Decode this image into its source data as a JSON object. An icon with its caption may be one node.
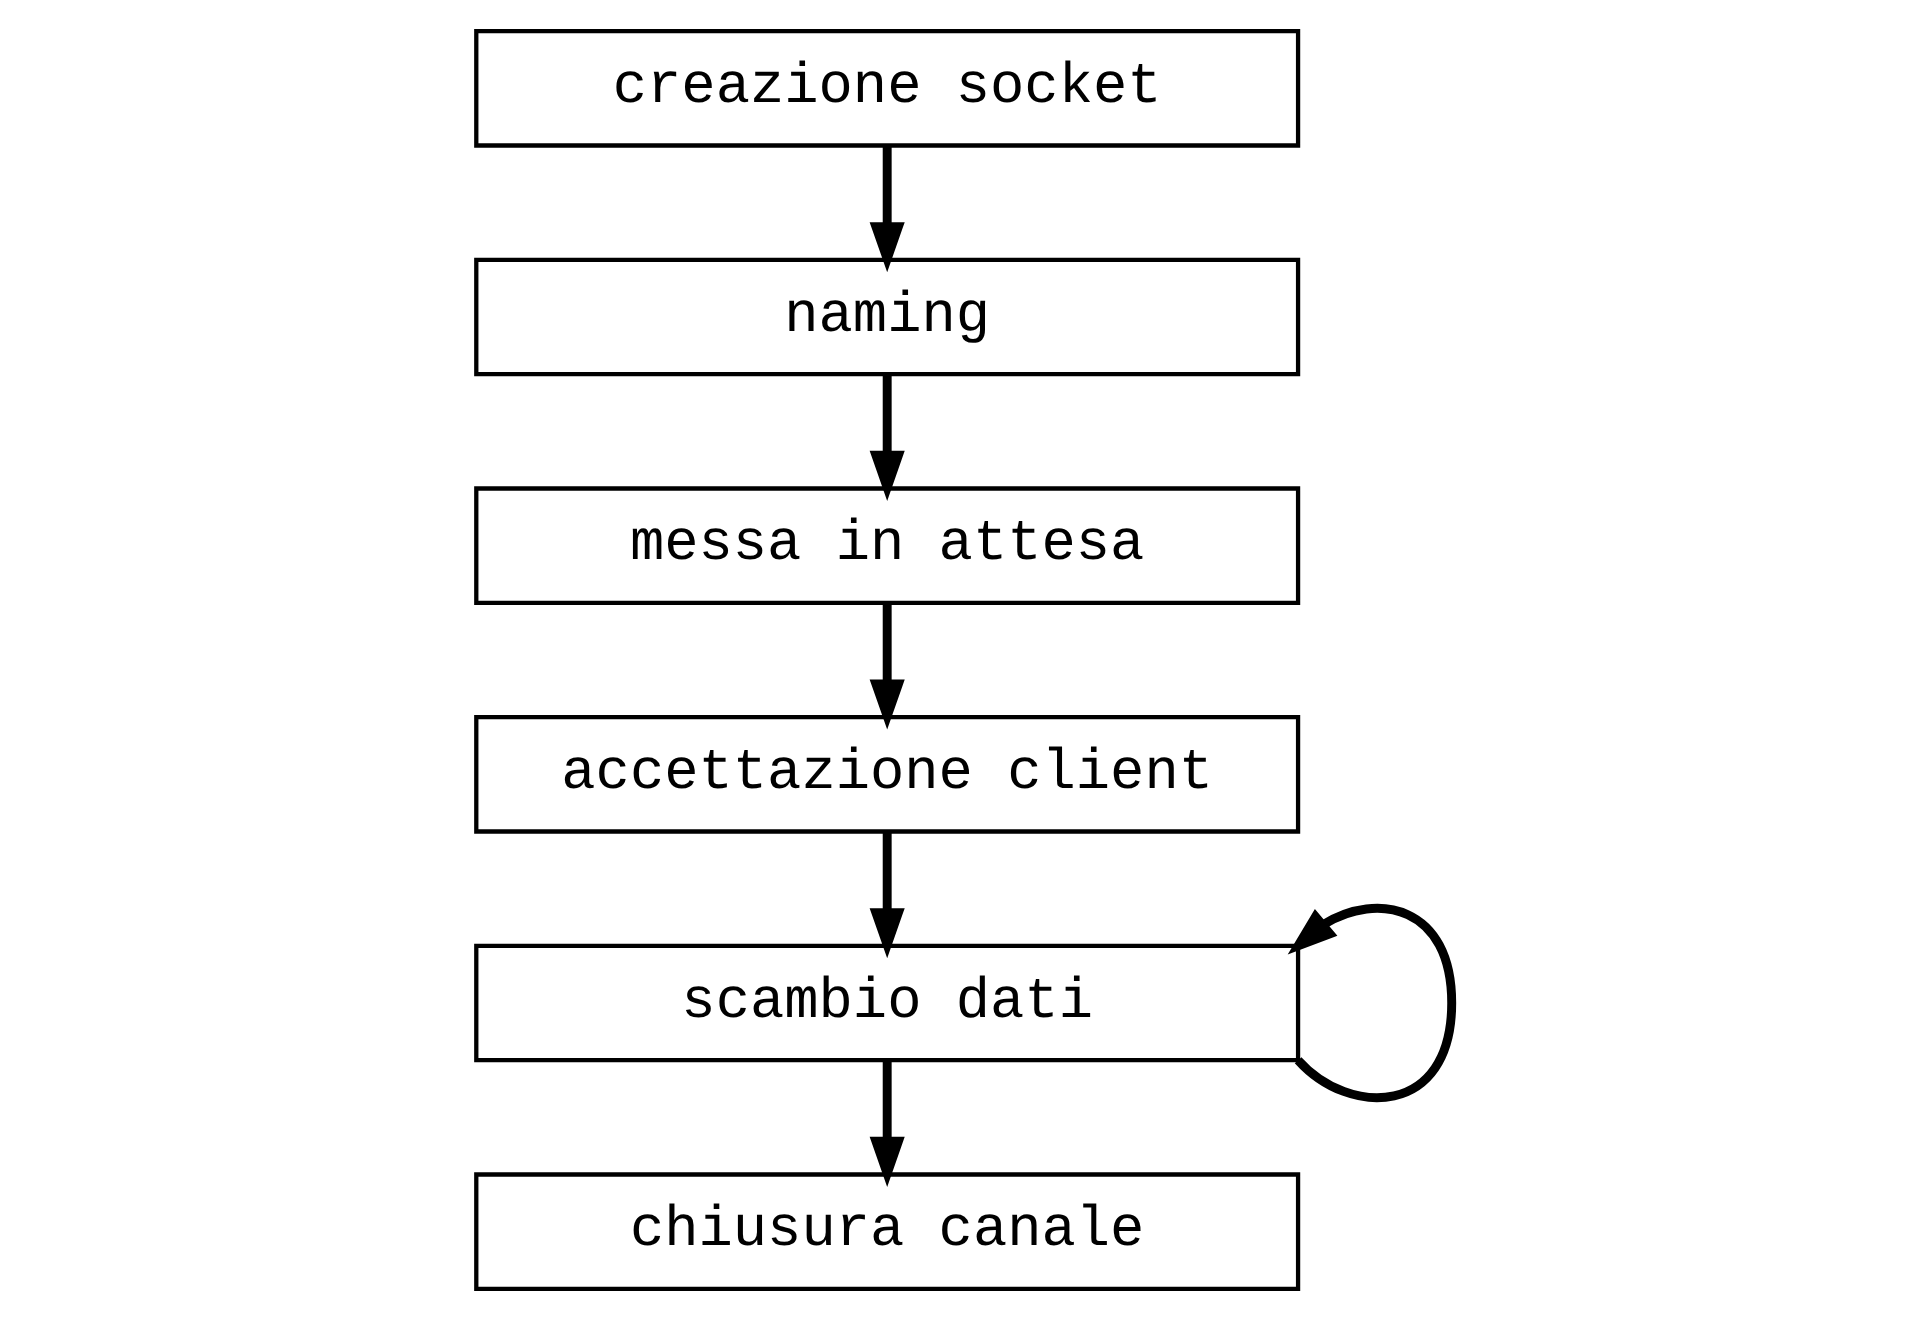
{
  "diagram": {
    "nodes": [
      {
        "text": [
          "creazione socket"
        ]
      },
      {
        "text": [
          "naming"
        ]
      },
      {
        "text": [
          "messa in attesa"
        ]
      },
      {
        "text": [
          "accettazione client"
        ]
      },
      {
        "text": [
          "scambio dati"
        ]
      },
      {
        "text": [
          "chiusura canale"
        ]
      }
    ],
    "edges": [
      {
        "from": 0,
        "to": 1,
        "arrow": "to"
      },
      {
        "from": 1,
        "to": 2,
        "arrow": "to"
      },
      {
        "from": 2,
        "to": 3,
        "arrow": "to"
      },
      {
        "from": 3,
        "to": 4,
        "arrow": "to"
      },
      {
        "from": 4,
        "to": 4,
        "arrow": "to"
      },
      {
        "from": 4,
        "to": 5,
        "arrow": "to"
      }
    ]
  }
}
